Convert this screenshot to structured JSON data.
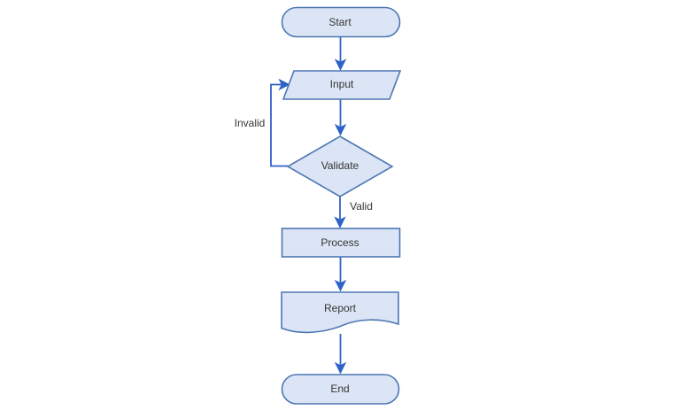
{
  "diagram": {
    "type": "flowchart",
    "background_color": "#ffffff",
    "colors": {
      "node_fill": "#dbe5f5",
      "node_border": "#4d77b3",
      "arrow": "#2e62c6",
      "label_text": "#353535"
    },
    "nodes": [
      {
        "id": "start",
        "shape": "terminator",
        "label": "Start"
      },
      {
        "id": "input",
        "shape": "parallelogram",
        "label": "Input"
      },
      {
        "id": "validate",
        "shape": "decision",
        "label": "Validate"
      },
      {
        "id": "process",
        "shape": "rectangle",
        "label": "Process"
      },
      {
        "id": "report",
        "shape": "document",
        "label": "Report"
      },
      {
        "id": "end",
        "shape": "terminator",
        "label": "End"
      }
    ],
    "edges": [
      {
        "from": "start",
        "to": "input",
        "label": ""
      },
      {
        "from": "input",
        "to": "validate",
        "label": ""
      },
      {
        "from": "validate",
        "to": "process",
        "label": "Valid"
      },
      {
        "from": "validate",
        "to": "input",
        "label": "Invalid"
      },
      {
        "from": "process",
        "to": "report",
        "label": ""
      },
      {
        "from": "report",
        "to": "end",
        "label": ""
      }
    ]
  }
}
